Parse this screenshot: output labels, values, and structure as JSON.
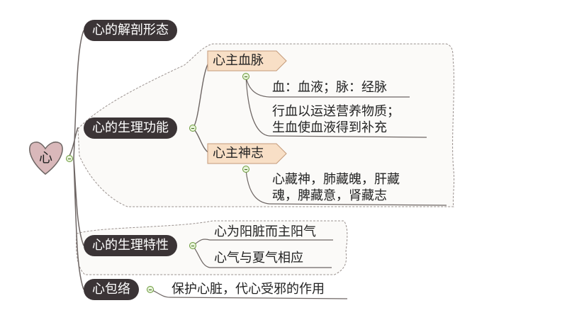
{
  "root": {
    "label": "心"
  },
  "branches": [
    {
      "label": "心的解剖形态"
    },
    {
      "label": "心的生理功能",
      "children": [
        {
          "label": "心主血脉",
          "notes": [
            "血：血液；脉：经脉",
            "行血以运送营养物质；",
            "生血使血液得到补充"
          ]
        },
        {
          "label": "心主神志",
          "notes": [
            "心藏神，肺藏魄，肝藏",
            "魂，脾藏意，肾藏志"
          ]
        }
      ]
    },
    {
      "label": "心的生理特性",
      "children": [
        {
          "label": "心为阳脏而主阳气"
        },
        {
          "label": "心气与夏气相应"
        }
      ]
    },
    {
      "label": "心包络",
      "children": [
        {
          "label": "保护心脏，代心受邪的作用"
        }
      ]
    }
  ],
  "colors": {
    "branch_fill": "#3b3436",
    "root_fill": "#d9b8ba",
    "sub_fill": "#f8dfc6",
    "boundary_fill": "#fbfaf8",
    "line": "#6e6664",
    "collapse": "#6a9a3a"
  }
}
